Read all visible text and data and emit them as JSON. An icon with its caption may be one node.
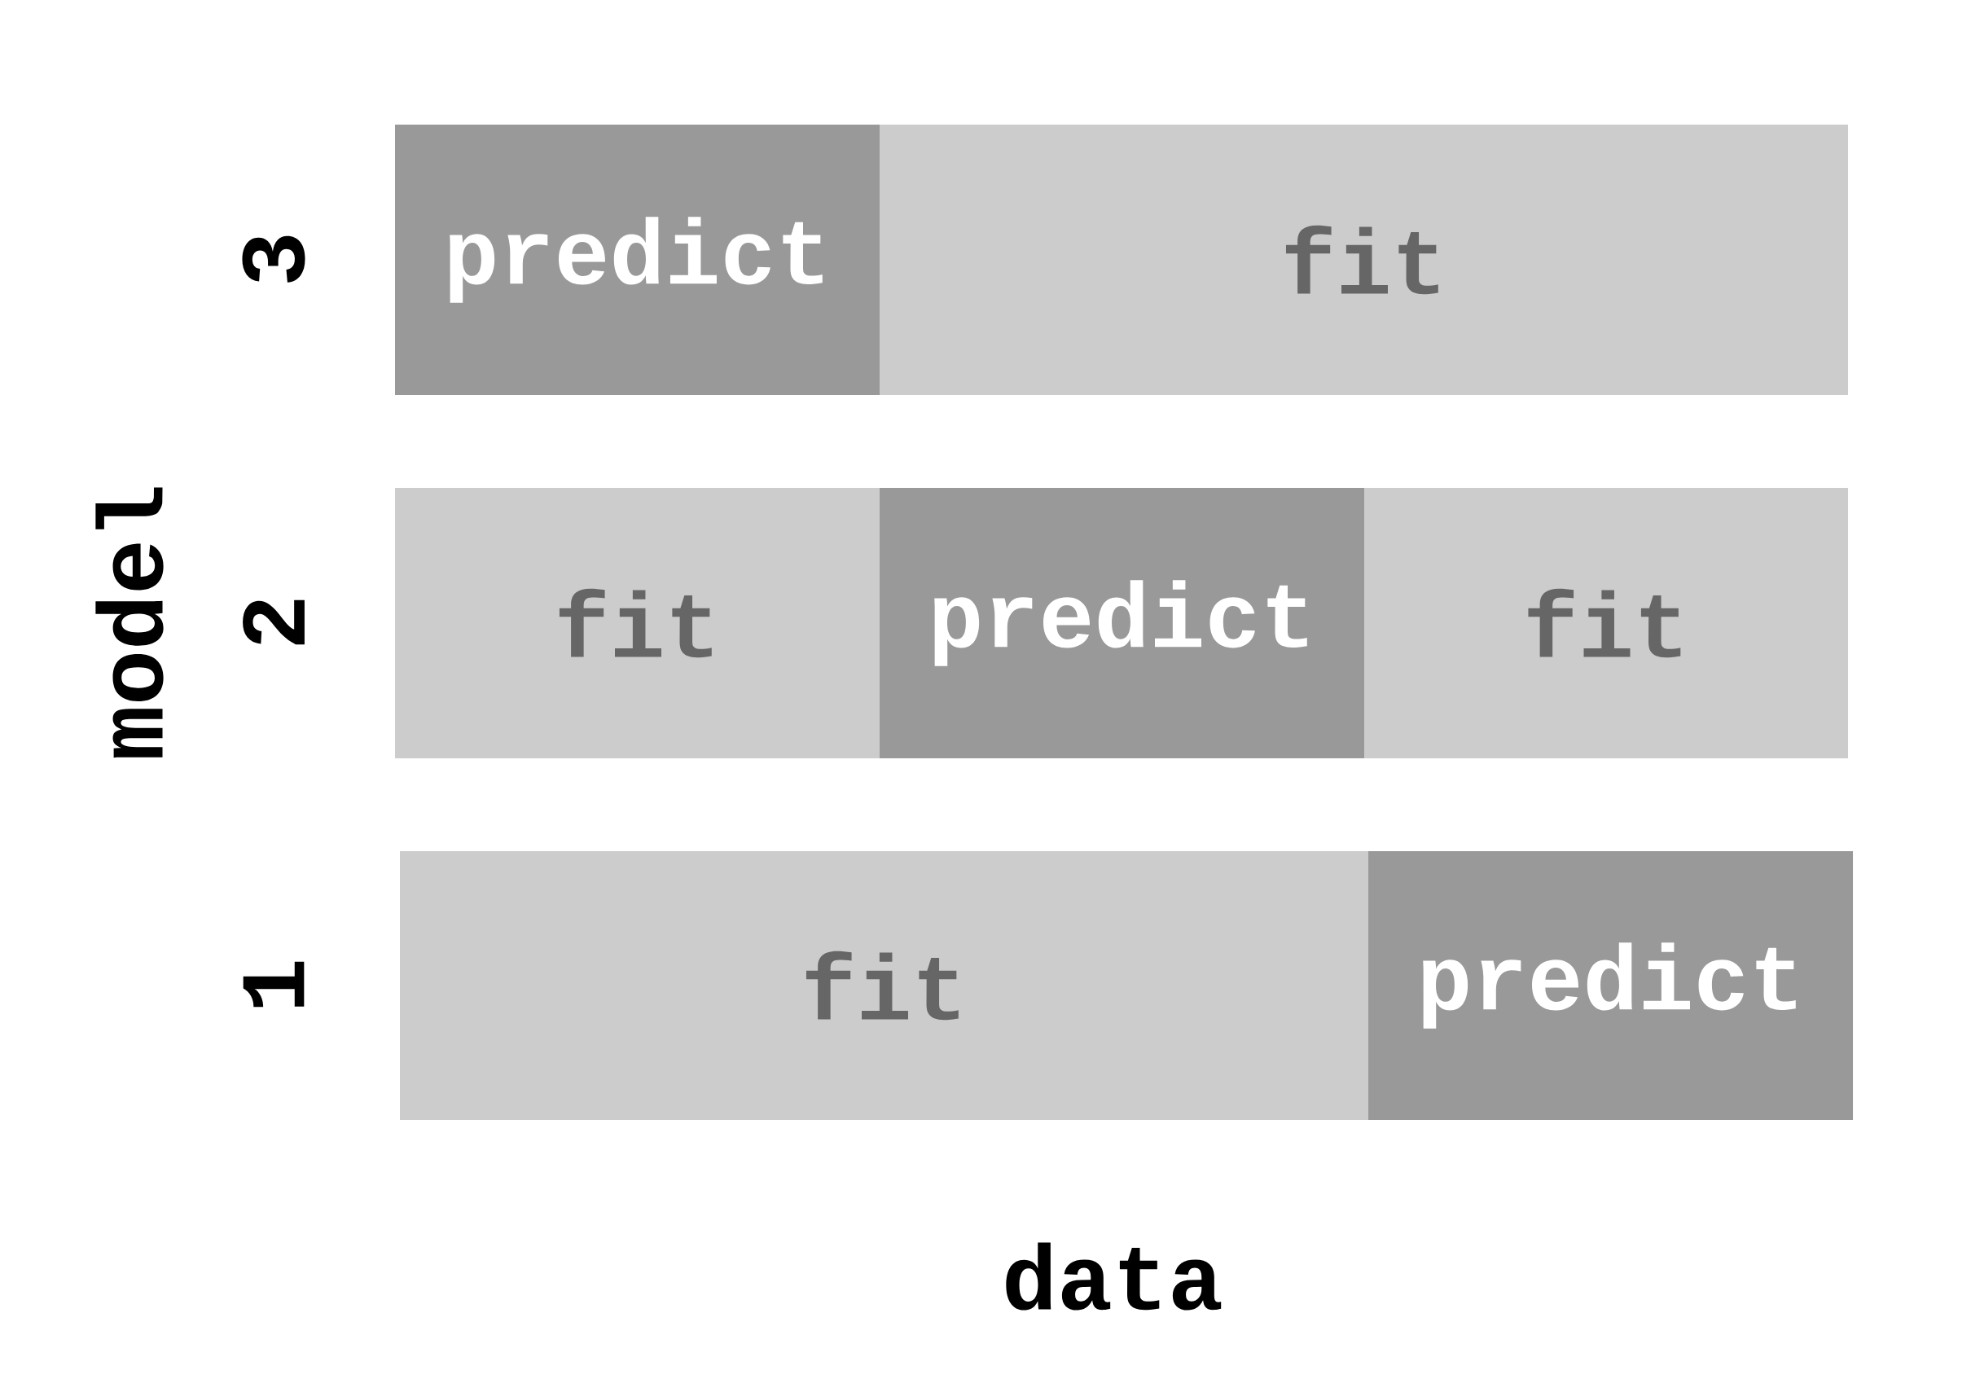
{
  "diagram": {
    "nodes": [
      {
        "text": [
          "predict"
        ]
      },
      {
        "text": [
          "fit"
        ]
      },
      {
        "text": [
          "fit"
        ]
      },
      {
        "text": [
          "predict"
        ]
      },
      {
        "text": [
          "fit"
        ]
      },
      {
        "text": [
          "fit"
        ]
      },
      {
        "text": [
          "predict"
        ]
      }
    ],
    "labels": [
      "model",
      "3",
      "2",
      "1",
      "data"
    ]
  }
}
